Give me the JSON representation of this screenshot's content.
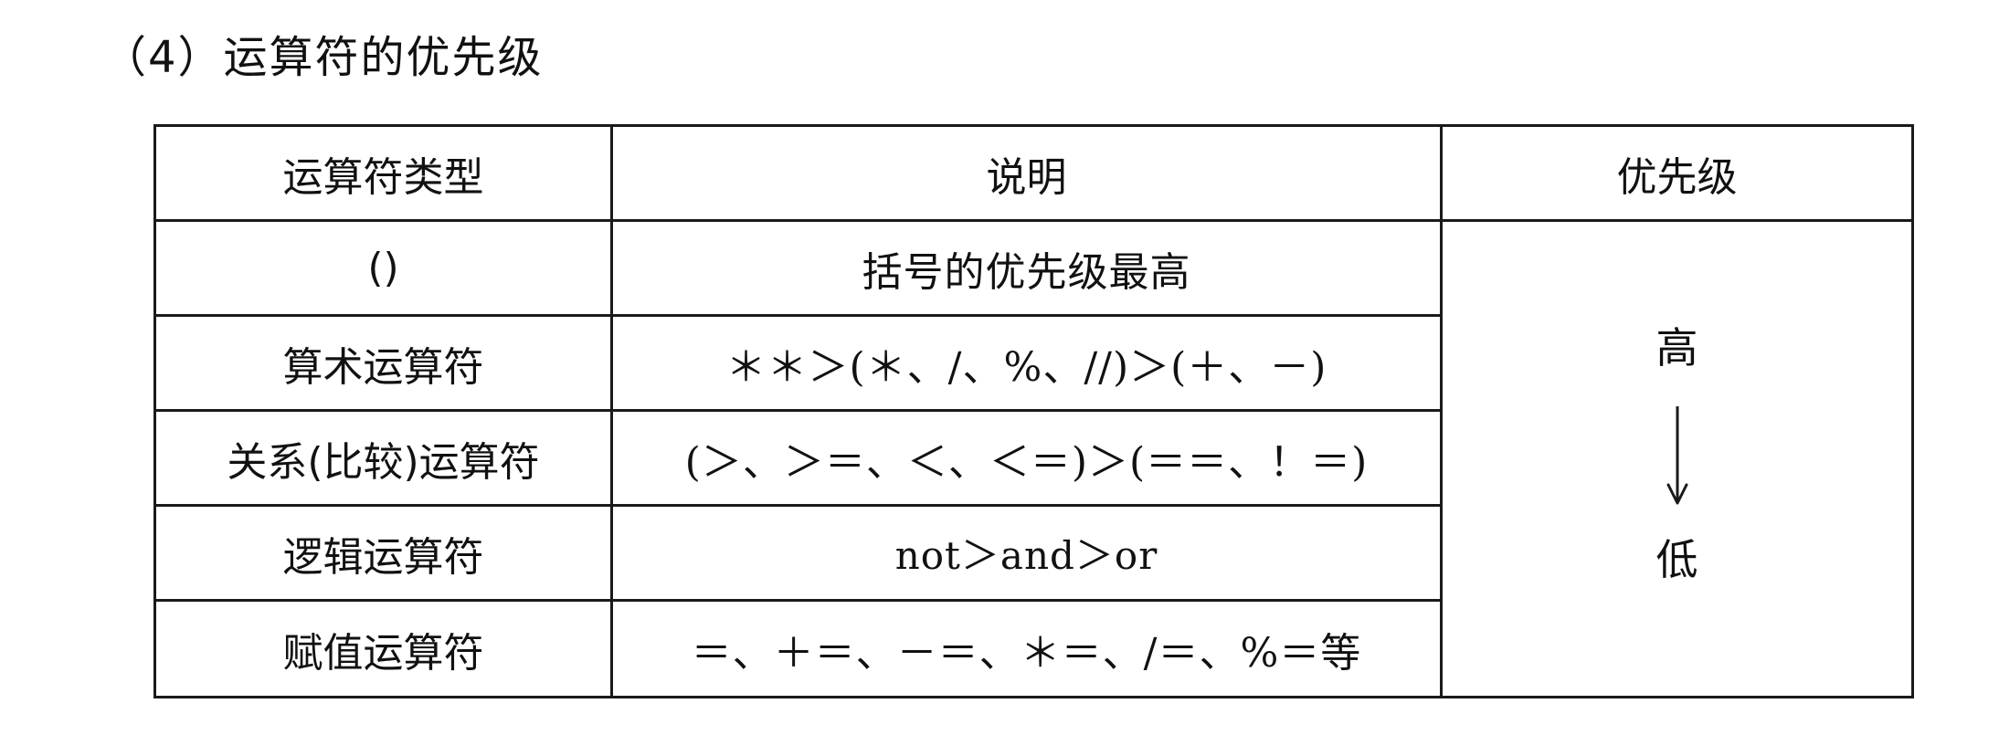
{
  "section_title": "（4）运算符的优先级",
  "table": {
    "headers": [
      "运算符类型",
      "说明",
      "优先级"
    ],
    "rows": [
      {
        "type": "()",
        "desc": "括号的优先级最高"
      },
      {
        "type": "算术运算符",
        "desc": "＊＊＞(＊、/、%、//)＞(＋、－)"
      },
      {
        "type": "关系(比较)运算符",
        "desc": "(＞、＞＝、＜、＜＝)＞(＝＝、！＝)"
      },
      {
        "type": "逻辑运算符",
        "desc": "not＞and＞or"
      },
      {
        "type": "赋值运算符",
        "desc": "＝、＋＝、－＝、＊＝、/＝、%＝等"
      }
    ],
    "priority": {
      "high": "高",
      "low": "低",
      "arrow_icon": "down-arrow-icon"
    }
  }
}
